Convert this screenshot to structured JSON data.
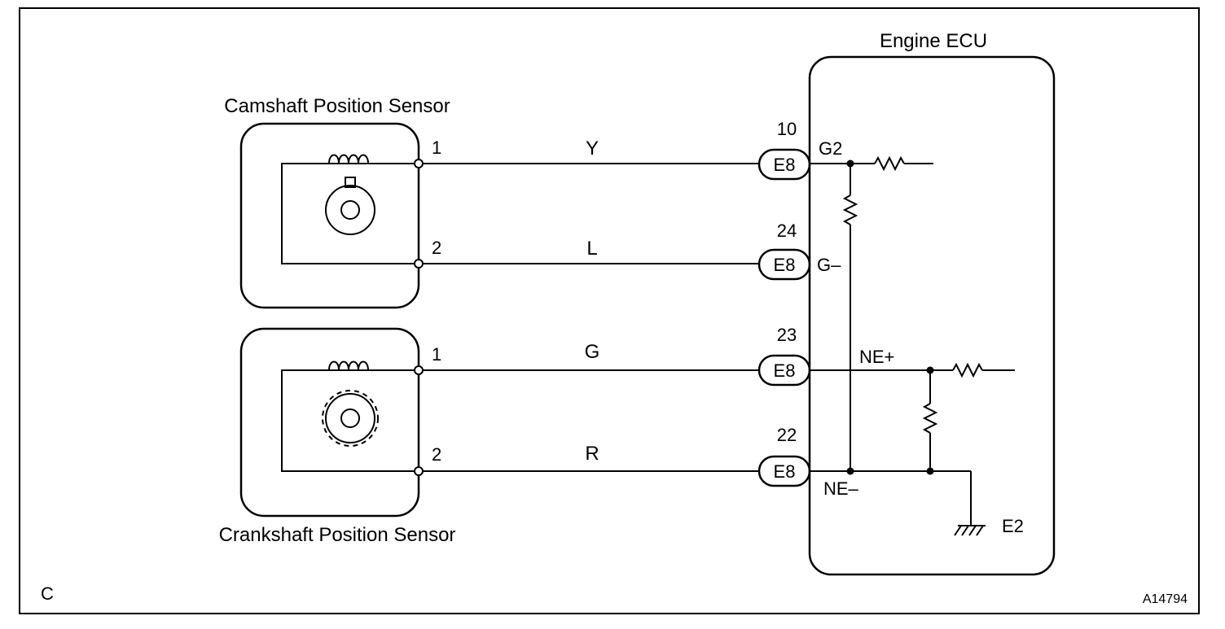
{
  "corner_label": "C",
  "figure_id": "A14794",
  "ecu": {
    "title": "Engine ECU",
    "terminals": [
      "G2",
      "G–",
      "NE+",
      "NE–"
    ],
    "ground_label": "E2"
  },
  "cam_sensor": {
    "title": "Camshaft Position Sensor",
    "pins": [
      "1",
      "2"
    ]
  },
  "crank_sensor": {
    "title": "Crankshaft Position Sensor",
    "pins": [
      "1",
      "2"
    ]
  },
  "wires": [
    {
      "color": "Y",
      "pin": "10",
      "connector": "E8"
    },
    {
      "color": "L",
      "pin": "24",
      "connector": "E8"
    },
    {
      "color": "G",
      "pin": "23",
      "connector": "E8"
    },
    {
      "color": "R",
      "pin": "22",
      "connector": "E8"
    }
  ]
}
